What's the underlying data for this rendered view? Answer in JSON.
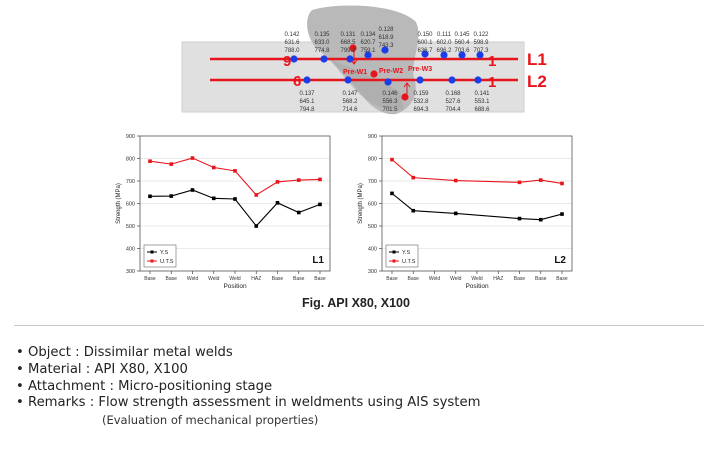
{
  "figure": {
    "caption": "Fig. API X80, X100",
    "lines": {
      "l1": "L1",
      "l2": "L2",
      "start_l1": "9",
      "start_l2": "6",
      "end_l1": "1",
      "end_l2": "1"
    },
    "pre_labels": [
      "Pre-W1",
      "Pre-W2",
      "Pre-W3"
    ],
    "top_values": [
      [
        "0.142",
        "631.6",
        "788.0"
      ],
      [
        "0.135",
        "633.0",
        "774.8"
      ],
      [
        "0.131",
        "668.5",
        "799.2"
      ],
      [
        "0.134",
        "620.7",
        "759.1"
      ],
      [
        "0.128",
        "618.9",
        "743.3"
      ],
      [
        "0.150",
        "600.1",
        "636.7"
      ],
      [
        "0.111",
        "602.0",
        "696.2"
      ],
      [
        "0.145",
        "560.4",
        "703.6"
      ],
      [
        "0.122",
        "598.9",
        "707.3"
      ]
    ],
    "bottom_values": [
      [
        "0.137",
        "645.1",
        "794.8"
      ],
      [
        "0.147",
        "568.2",
        "714.6"
      ],
      [
        "0.146",
        "556.3",
        "701.5"
      ],
      [
        "0.159",
        "532.8",
        "694.3"
      ],
      [
        "0.168",
        "527.6",
        "704.4"
      ],
      [
        "0.141",
        "553.1",
        "688.6"
      ]
    ]
  },
  "chart_data": [
    {
      "type": "line",
      "label": "L1",
      "xlabel": "Position",
      "ylabel": "Strength (MPa)",
      "ylim": [
        300,
        900
      ],
      "yticks": [
        300,
        400,
        500,
        600,
        700,
        800,
        900
      ],
      "categories": [
        "Base",
        "Base",
        "Weld",
        "Weld",
        "Weld",
        "HAZ",
        "Base",
        "Base",
        "Base"
      ],
      "legend": [
        "Y.S",
        "U.T.S"
      ],
      "legend_position": "bottom-left",
      "series": [
        {
          "name": "Y.S",
          "color": "#000000",
          "values": [
            632,
            633,
            660,
            623,
            620,
            500,
            603,
            560,
            596
          ]
        },
        {
          "name": "U.T.S",
          "color": "#e8141c",
          "values": [
            788,
            775,
            802,
            760,
            745,
            638,
            696,
            704,
            707
          ]
        }
      ]
    },
    {
      "type": "line",
      "label": "L2",
      "xlabel": "Position",
      "ylabel": "Strength (MPa)",
      "ylim": [
        300,
        900
      ],
      "yticks": [
        300,
        400,
        500,
        600,
        700,
        800,
        900
      ],
      "categories": [
        "Base",
        "Base",
        "Weld",
        "Weld",
        "Weld",
        "HAZ",
        "Base",
        "Base",
        "Base"
      ],
      "legend": [
        "Y.S",
        "U.T.S"
      ],
      "legend_position": "bottom-left",
      "series": [
        {
          "name": "Y.S",
          "color": "#000000",
          "x": [
            0,
            1,
            3,
            6,
            7,
            8
          ],
          "values": [
            645,
            568,
            556,
            533,
            528,
            553
          ]
        },
        {
          "name": "U.T.S",
          "color": "#e8141c",
          "x": [
            0,
            1,
            3,
            6,
            7,
            8
          ],
          "values": [
            795,
            715,
            702,
            694,
            704,
            689
          ]
        }
      ]
    }
  ],
  "bullets": [
    {
      "label": "Object",
      "value": "Dissimilar metal welds"
    },
    {
      "label": "Material",
      "value": "API X80, X100"
    },
    {
      "label": "Attachment",
      "value": "Micro-positioning stage"
    },
    {
      "label": "Remarks",
      "value": "Flow strength assessment in weldments using AIS system"
    }
  ],
  "bullet_sep": " : ",
  "remark_sub": "(Evaluation of mechanical properties)"
}
